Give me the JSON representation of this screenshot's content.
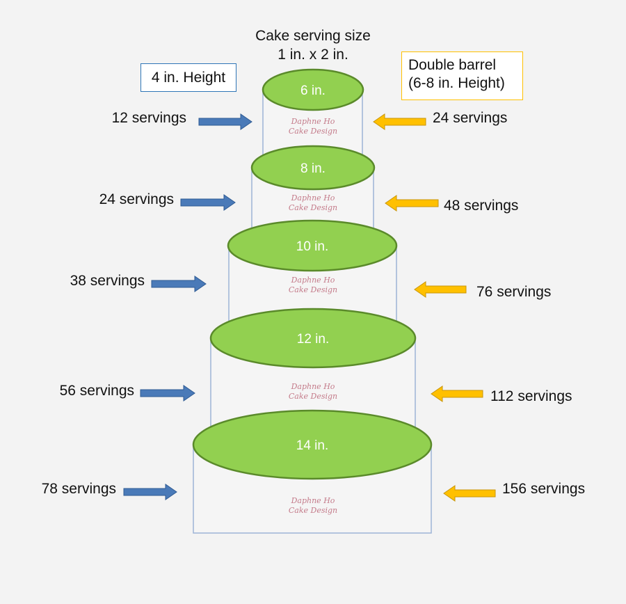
{
  "title": {
    "line1": "Cake serving size",
    "line2": "1 in. x 2 in."
  },
  "left_legend": "4 in. Height",
  "right_legend": {
    "line1": "Double barrel",
    "line2": "(6-8 in. Height)"
  },
  "colors": {
    "tier_top": "#92d050",
    "tier_outline": "#5a8a2a",
    "left_arrow": "#4a7ab8",
    "right_arrow": "#ffc000",
    "left_box_border": "#2e75b6",
    "right_box_border": "#ffc000"
  },
  "watermark": {
    "line1": "Daphne Ho",
    "line2": "Cake Design"
  },
  "tiers": [
    {
      "size": "6 in.",
      "standard_servings": "12 servings",
      "double_barrel_servings": "24 servings"
    },
    {
      "size": "8 in.",
      "standard_servings": "24 servings",
      "double_barrel_servings": "48 servings"
    },
    {
      "size": "10 in.",
      "standard_servings": "38 servings",
      "double_barrel_servings": "76 servings"
    },
    {
      "size": "12 in.",
      "standard_servings": "56 servings",
      "double_barrel_servings": "112 servings"
    },
    {
      "size": "14 in.",
      "standard_servings": "78 servings",
      "double_barrel_servings": "156 servings"
    }
  ]
}
